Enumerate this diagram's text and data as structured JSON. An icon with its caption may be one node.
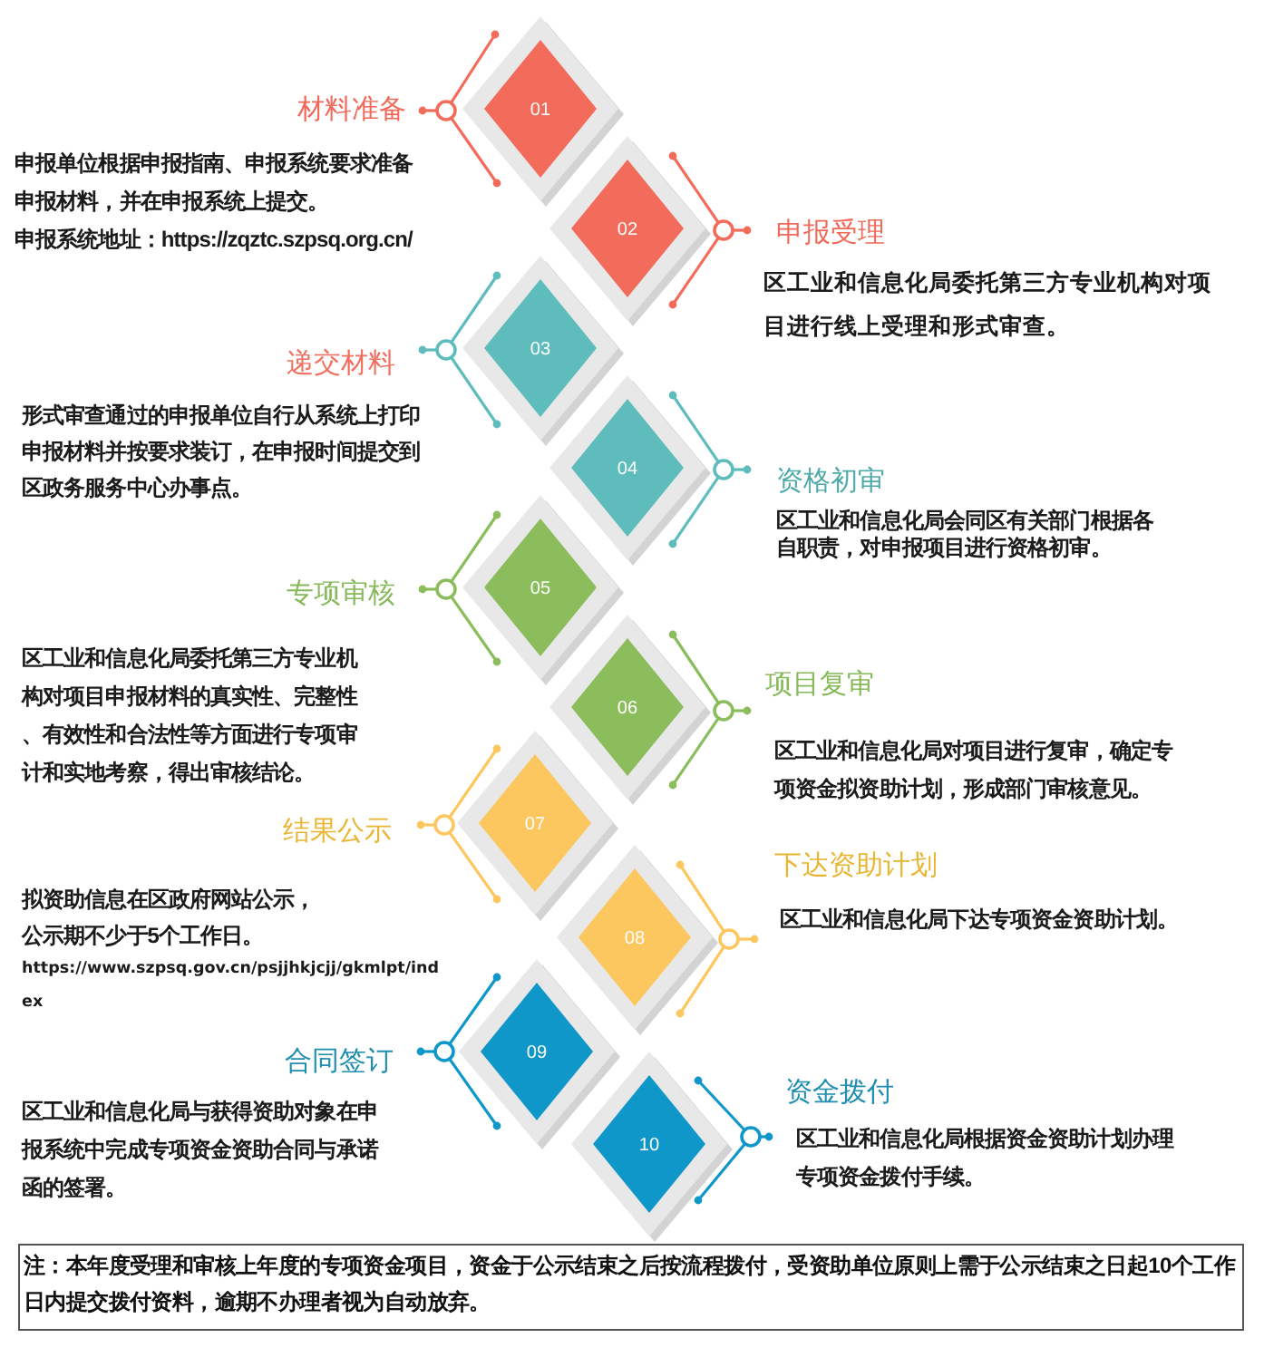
{
  "diagram": {
    "nodes": [
      {
        "text": [
          "01"
        ],
        "beside": [
          "材料准备",
          "申报单位根据申报指南、申报系统要求准备申报材料，并在申报系统上提交。",
          "申报系统地址：https://zqztc.szpsq.org.cn/"
        ]
      },
      {
        "text": [
          "02"
        ],
        "beside": [
          "申报受理",
          "区工业和信息化局委托第三方专业机构对项目进行线上受理和形式审查。"
        ]
      },
      {
        "text": [
          "03"
        ],
        "beside": [
          "递交材料",
          "形式审查通过的申报单位自行从系统上打印申报材料并按要求装订，在申报时间提交到区政务服务中心办事点。"
        ]
      },
      {
        "text": [
          "04"
        ],
        "beside": [
          "资格初审",
          "区工业和信息化局会同区有关部门根据各自职责，对申报项目进行资格初审。"
        ]
      },
      {
        "text": [
          "05"
        ],
        "beside": [
          "专项审核",
          "区工业和信息化局委托第三方专业机构对项目申报材料的真实性、完整性、有效性和合法性等方面进行专项审计和实地考察，得出审核结论。"
        ]
      },
      {
        "text": [
          "06"
        ],
        "beside": [
          "项目复审",
          "区工业和信息化局对项目进行复审，确定专项资金拟资助计划，形成部门审核意见。"
        ]
      },
      {
        "text": [
          "07"
        ],
        "beside": [
          "结果公示",
          "拟资助信息在区政府网站公示，公示期不少于5个工作日。",
          "https://www.szpsq.gov.cn/psjjhkjcjj/gkmlpt/index"
        ]
      },
      {
        "text": [
          "08"
        ],
        "beside": [
          "下达资助计划",
          "区工业和信息化局下达专项资金资助计划。"
        ]
      },
      {
        "text": [
          "09"
        ],
        "beside": [
          "合同签订",
          "区工业和信息化局与获得资助对象在申报系统中完成专项资金资助合同与承诺函的签署。"
        ]
      },
      {
        "text": [
          "10"
        ],
        "beside": [
          "资金拨付",
          "区工业和信息化局根据资金资助计划办理专项资金拨付手续。"
        ]
      },
      {
        "text": [
          "注：本年度受理和审核上年度的专项资金项目，资金于公示结束之后按流程拨付，受资助单位原则上需于公示结束之日起**10个工作日内**提交拨付资料，**逾期不办理者视为自动放弃**。"
        ]
      }
    ]
  }
}
